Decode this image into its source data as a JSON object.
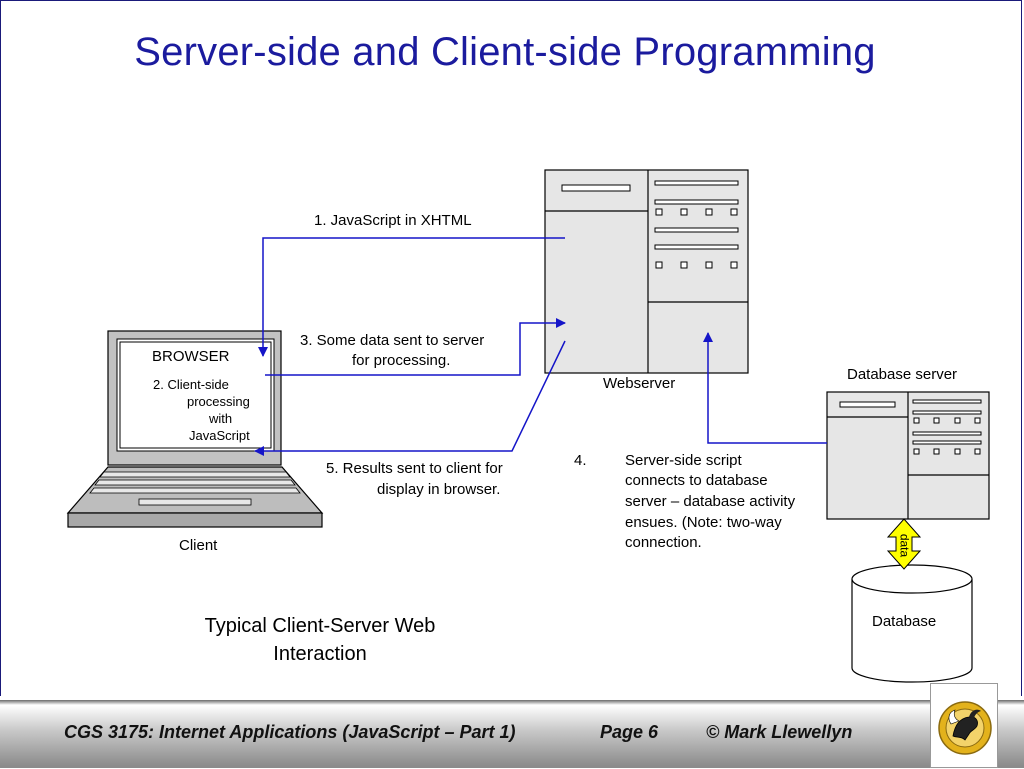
{
  "slide": {
    "title": "Server-side and Client-side Programming"
  },
  "labels": {
    "step1": "1.  JavaScript in XHTML",
    "step3_line1": "3.  Some data sent to server",
    "step3_line2": "for processing.",
    "step5_line1": "5.  Results sent to client for",
    "step5_line2": "display in browser.",
    "step4_number": "4.",
    "step4_lines": [
      "Server-side script",
      "connects to database",
      "server – database activity",
      "ensues. (Note: two-way",
      "connection."
    ],
    "browser": "BROWSER",
    "step2_lines": [
      "2.  Client-side",
      "processing",
      "with",
      "JavaScript"
    ],
    "client": "Client",
    "webserver": "Webserver",
    "database_server": "Database server",
    "database": "Database",
    "data_arrow": "data"
  },
  "caption": {
    "line1": "Typical Client-Server Web",
    "line2": "Interaction"
  },
  "footer": {
    "course": "CGS 3175: Internet Applications (JavaScript – Part 1)",
    "page": "Page 6",
    "copyright": "© Mark Llewellyn"
  },
  "colors": {
    "title": "#1b1b9e",
    "arrows": "#1515c8",
    "data_arrow_fill": "#ffff00",
    "device_fill": "#e6e6e6"
  },
  "logo": {
    "icon": "pegasus-logo-icon"
  }
}
